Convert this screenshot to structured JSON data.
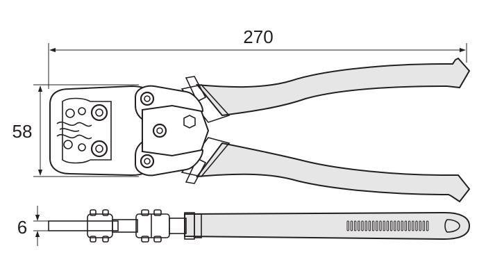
{
  "dimensions": {
    "overall_length": "270",
    "jaw_height": "58",
    "thickness": "6"
  },
  "colors": {
    "line": "#231f20",
    "grip_fill": "#e6e6e6",
    "background": "#ffffff"
  }
}
